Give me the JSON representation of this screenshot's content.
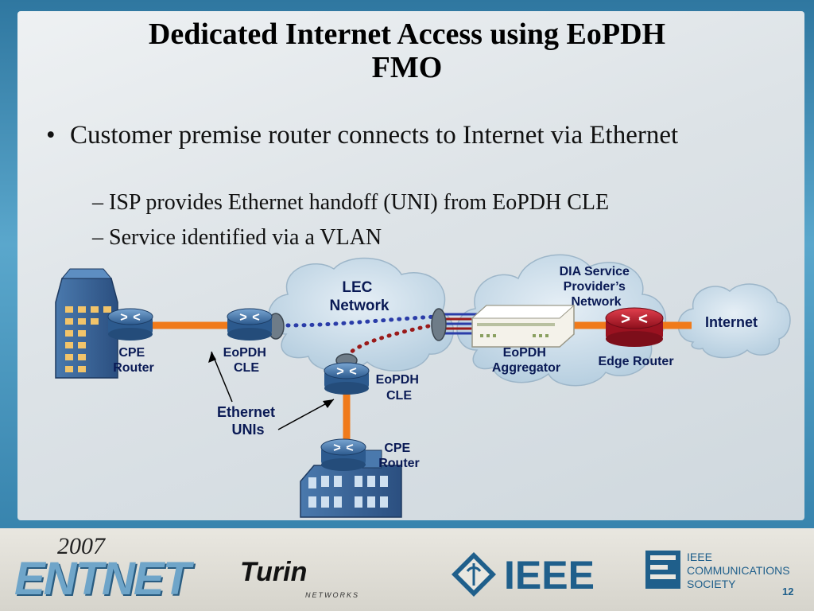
{
  "slide": {
    "title_line1": "Dedicated Internet Access using EoPDH",
    "title_line2": "FMO",
    "bullet_main": "Customer premise router connects to Internet via Ethernet",
    "bullet_sub": [
      "– ISP provides Ethernet handoff (UNI) from EoPDH CLE",
      "– Service identified via a VLAN"
    ]
  },
  "diagram": {
    "clouds": {
      "lec": [
        "LEC",
        "Network"
      ],
      "dia": [
        "DIA Service",
        "Provider’s",
        "Network"
      ],
      "internet": "Internet"
    },
    "labels": {
      "cpe_router_1": [
        "CPE",
        "Router"
      ],
      "eopdh_cle_1": [
        "EoPDH",
        "CLE"
      ],
      "eopdh_cle_2": [
        "EoPDH",
        "CLE"
      ],
      "cpe_router_2": [
        "CPE",
        "Router"
      ],
      "ethernet_unis": [
        "Ethernet",
        "UNIs"
      ],
      "aggregator": [
        "EoPDH",
        "Aggregator"
      ],
      "edge_router": "Edge Router"
    },
    "colors": {
      "ethernet_link": "#f07a1a",
      "router_blue": "#3a6fa8",
      "edge_router_red": "#c0182a",
      "vlan_blue": "#2a3ca8",
      "vlan_red": "#9a1a1a",
      "cloud": "#c9dcea"
    }
  },
  "footer": {
    "year": "2007",
    "event": "ENTNET",
    "city": "Turin",
    "networks": "NETWORKS",
    "ieee": "IEEE",
    "comsoc": [
      "IEEE",
      "COMMUNICATIONS",
      "SOCIETY"
    ],
    "page_number": "12"
  }
}
